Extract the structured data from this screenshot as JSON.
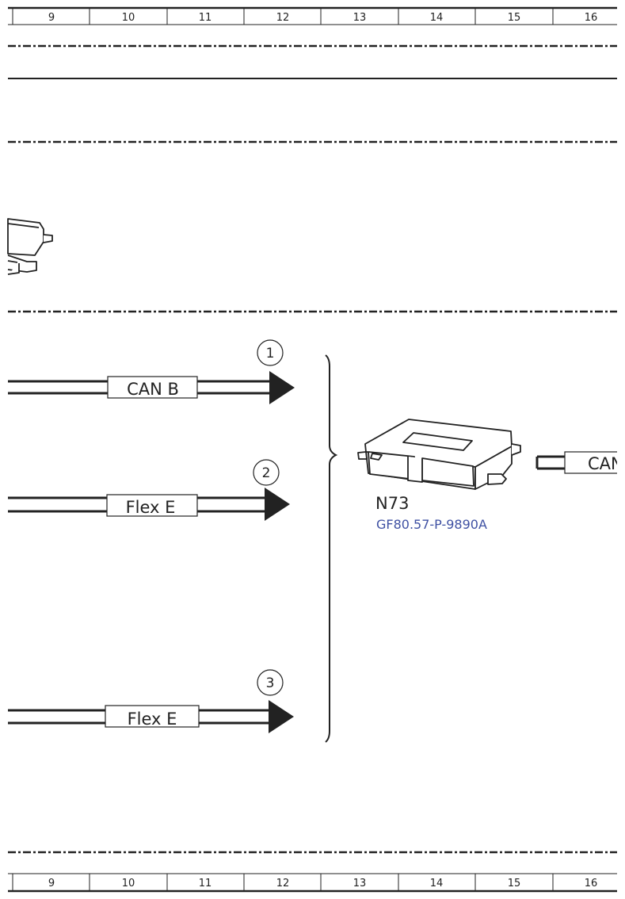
{
  "ruler_top": {
    "columns": [
      "9",
      "10",
      "11",
      "12",
      "13",
      "14",
      "15",
      "16"
    ]
  },
  "ruler_bottom": {
    "columns": [
      "9",
      "10",
      "11",
      "12",
      "13",
      "14",
      "15",
      "16"
    ]
  },
  "connections": [
    {
      "label": "CAN B",
      "callout": "1"
    },
    {
      "label": "Flex E",
      "callout": "2"
    },
    {
      "label": "Flex E",
      "callout": "3"
    }
  ],
  "component": {
    "code": "N73",
    "reference": "GF80.57-P-9890A",
    "right_connection_label": "CAN"
  },
  "colors": {
    "line": "#222222",
    "link": "#3f51a3"
  }
}
